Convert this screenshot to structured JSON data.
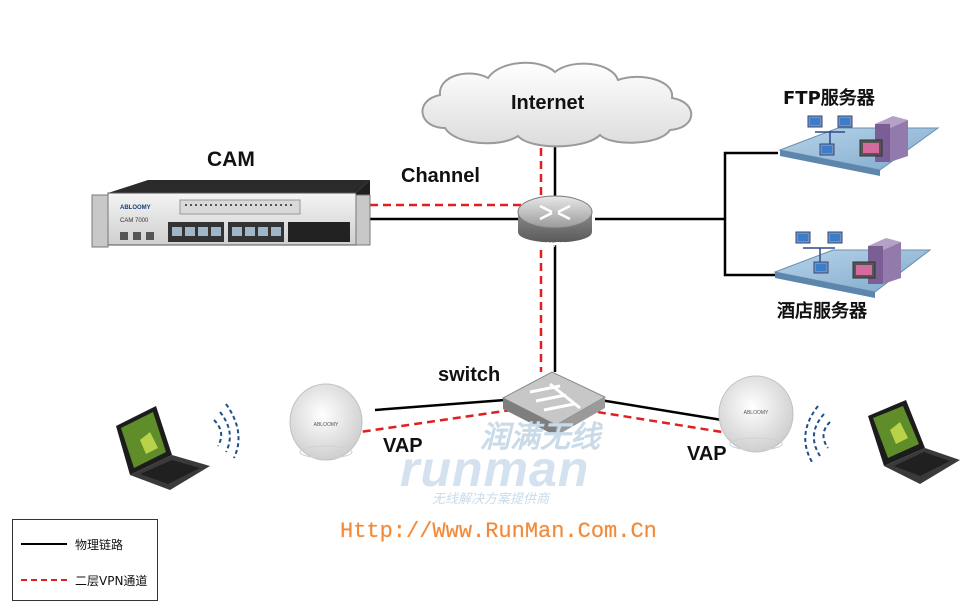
{
  "labels": {
    "internet": "Internet",
    "cam": "CAM",
    "channel": "Channel",
    "ftp_server": "FTP服务器",
    "hotel_server": "酒店服务器",
    "switch": "switch",
    "vap_left": "VAP",
    "vap_right": "VAP",
    "router_text": "ROUTER",
    "cam_model": "CAM 7000",
    "cam_brand": "ABLOOMY",
    "ap_brand": "ABLOOMY"
  },
  "watermark": {
    "cn": "润满无线",
    "en": "runman",
    "sub": "无线解决方案提供商"
  },
  "url": "Http://Www.RunMan.Com.Cn",
  "legend": {
    "physical_link": "物理链路",
    "vpn_tunnel": "二层VPN通道"
  },
  "colors": {
    "physical_link": "#000000",
    "vpn_tunnel": "#e02020",
    "url_text": "#f08a3a"
  },
  "icons": [
    "cloud-icon",
    "router-icon",
    "switch-icon",
    "server-rack-icon",
    "access-point-icon",
    "laptop-icon",
    "wifi-signal-icon"
  ]
}
